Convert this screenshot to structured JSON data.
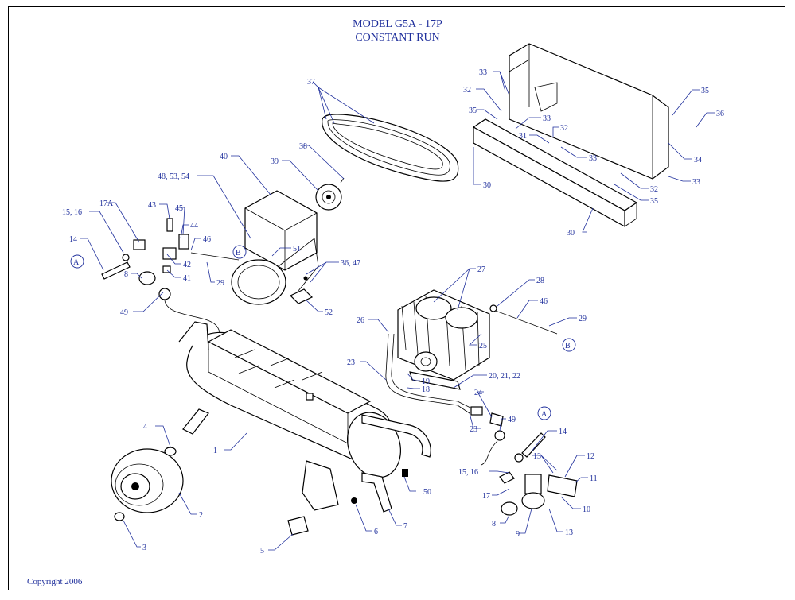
{
  "title": {
    "line1": "MODEL G5A - 17P",
    "line2": "CONSTANT RUN"
  },
  "copyright": "Copyright 2006",
  "callouts": [
    {
      "id": "c37",
      "text": "37"
    },
    {
      "id": "c33a",
      "text": "33"
    },
    {
      "id": "c32a",
      "text": "32"
    },
    {
      "id": "c35a",
      "text": "35"
    },
    {
      "id": "c33b",
      "text": "33"
    },
    {
      "id": "c32b",
      "text": "32"
    },
    {
      "id": "c31",
      "text": "31"
    },
    {
      "id": "c35b",
      "text": "35"
    },
    {
      "id": "c36a",
      "text": "36"
    },
    {
      "id": "c34",
      "text": "34"
    },
    {
      "id": "c33c",
      "text": "33"
    },
    {
      "id": "c32c",
      "text": "32"
    },
    {
      "id": "c33d",
      "text": "33"
    },
    {
      "id": "c35c",
      "text": "35"
    },
    {
      "id": "c30a",
      "text": "30"
    },
    {
      "id": "c30b",
      "text": "30"
    },
    {
      "id": "c40",
      "text": "40"
    },
    {
      "id": "c38",
      "text": "38"
    },
    {
      "id": "c39",
      "text": "39"
    },
    {
      "id": "c485354",
      "text": "48, 53, 54"
    },
    {
      "id": "c17A",
      "text": "17A"
    },
    {
      "id": "c1516a",
      "text": "15, 16"
    },
    {
      "id": "c43",
      "text": "43"
    },
    {
      "id": "c45",
      "text": "45"
    },
    {
      "id": "c44",
      "text": "44"
    },
    {
      "id": "c46a",
      "text": "46"
    },
    {
      "id": "c14a",
      "text": "14"
    },
    {
      "id": "cAa",
      "text": "A"
    },
    {
      "id": "c42",
      "text": "42"
    },
    {
      "id": "c8a",
      "text": "8"
    },
    {
      "id": "c41",
      "text": "41"
    },
    {
      "id": "c29a",
      "text": "29"
    },
    {
      "id": "cBa",
      "text": "B"
    },
    {
      "id": "c51",
      "text": "51"
    },
    {
      "id": "c3647",
      "text": "36, 47"
    },
    {
      "id": "c49a",
      "text": "49"
    },
    {
      "id": "c52",
      "text": "52"
    },
    {
      "id": "c27",
      "text": "27"
    },
    {
      "id": "c28",
      "text": "28"
    },
    {
      "id": "c46b",
      "text": "46"
    },
    {
      "id": "c29b",
      "text": "29"
    },
    {
      "id": "c26",
      "text": "26"
    },
    {
      "id": "c25",
      "text": "25"
    },
    {
      "id": "cBb",
      "text": "B"
    },
    {
      "id": "c23a",
      "text": "23"
    },
    {
      "id": "c19",
      "text": "19"
    },
    {
      "id": "c18",
      "text": "18"
    },
    {
      "id": "c202122",
      "text": "20, 21, 22"
    },
    {
      "id": "c24",
      "text": "24"
    },
    {
      "id": "c49b",
      "text": "49"
    },
    {
      "id": "c23b",
      "text": "23"
    },
    {
      "id": "cAb",
      "text": "A"
    },
    {
      "id": "c14b",
      "text": "14"
    },
    {
      "id": "c4",
      "text": "4"
    },
    {
      "id": "c1",
      "text": "1"
    },
    {
      "id": "c13a",
      "text": "13"
    },
    {
      "id": "c12",
      "text": "12"
    },
    {
      "id": "c1516b",
      "text": "15, 16"
    },
    {
      "id": "c11",
      "text": "11"
    },
    {
      "id": "c50",
      "text": "50"
    },
    {
      "id": "c17",
      "text": "17"
    },
    {
      "id": "c10",
      "text": "10"
    },
    {
      "id": "c2",
      "text": "2"
    },
    {
      "id": "c8b",
      "text": "8"
    },
    {
      "id": "c13b",
      "text": "13"
    },
    {
      "id": "c9",
      "text": "9"
    },
    {
      "id": "c3",
      "text": "3"
    },
    {
      "id": "c6",
      "text": "6"
    },
    {
      "id": "c7",
      "text": "7"
    },
    {
      "id": "c5",
      "text": "5"
    }
  ]
}
